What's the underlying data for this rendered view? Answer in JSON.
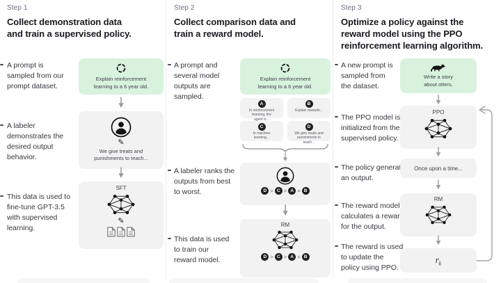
{
  "colors": {
    "prompt_box_green": "#d9f2de",
    "model_box_gray": "#f2f2f3",
    "dark_node": "#202123",
    "arrow_gray": "#9b9b9b"
  },
  "step1": {
    "step_label": "Step 1",
    "title": "Collect demonstration data\nand train a supervised policy.",
    "caption_prompt": "A prompt is\nsampled from our\nprompt dataset.",
    "prompt_box_text": "Explain reinforcement\nlearning to a 6 year old.",
    "caption_labeler": "A labeler\ndemonstrates the\ndesired output\nbehavior.",
    "labeler_box_text": "We give treats and\npunishments to teach...",
    "caption_finetune": "This data is used to\nfine-tune GPT-3.5\nwith supervised\nlearning.",
    "sft_label": "SFT"
  },
  "step2": {
    "step_label": "Step 2",
    "title": "Collect comparison data and\ntrain a reward model.",
    "caption_prompt": "A prompt and\nseveral model\noutputs are\nsampled.",
    "prompt_box_text": "Explain reinforcement\nlearning to a 6 year old.",
    "outputs": [
      {
        "letter": "A",
        "text": "In reinforcement\nlearning, the\nagent is..."
      },
      {
        "letter": "B",
        "text": "Explain rewards..."
      },
      {
        "letter": "C",
        "text": "In machine\nlearning..."
      },
      {
        "letter": "D",
        "text": "We give treats and\npunishments to\nteach..."
      }
    ],
    "caption_rank": "A labeler ranks the\noutputs from best\nto worst.",
    "ranking": [
      "D",
      ">",
      "C",
      ">",
      "A",
      "=",
      "B"
    ],
    "caption_train": "This data is used\nto train our\nreward model.",
    "rm_label": "RM"
  },
  "step3": {
    "step_label": "Step 3",
    "title": "Optimize a policy against the\nreward model using the PPO\nreinforcement learning algorithm.",
    "caption_prompt": "A new prompt is\nsampled from\nthe dataset.",
    "prompt_box_text": "Write a story\nabout otters.",
    "caption_ppo": "The PPO model is\ninitialized from the\nsupervised policy.",
    "ppo_label": "PPO",
    "caption_output": "The policy generates\nan output.",
    "output_box_text": "Once upon a time...",
    "caption_reward": "The reward model\ncalculates a reward\nfor the output.",
    "rm_label": "RM",
    "caption_update": "The reward is used\nto update the\npolicy using PPO.",
    "reward_symbol": "r",
    "reward_subscript": "k"
  }
}
